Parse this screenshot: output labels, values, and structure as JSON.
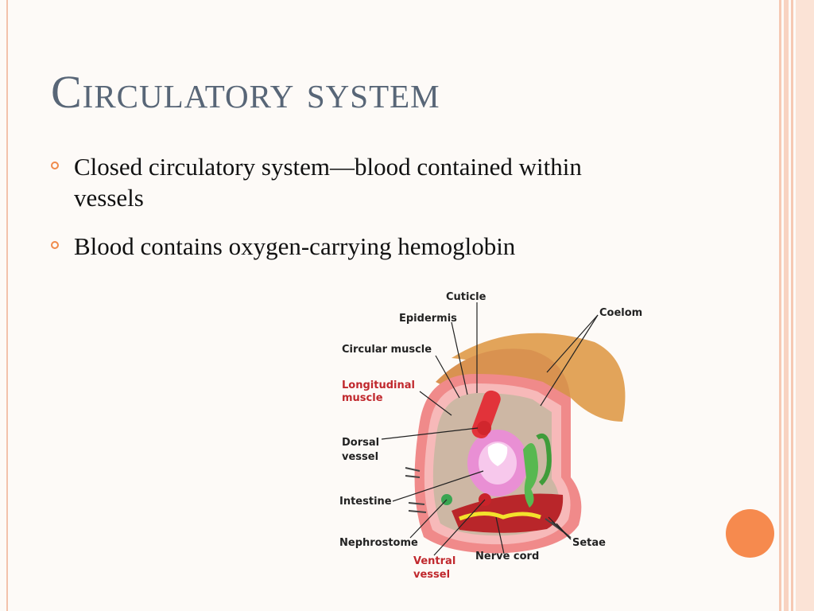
{
  "slide": {
    "title": "Circulatory system",
    "bullets": [
      "Closed circulatory system—blood contained within vessels",
      "Blood contains oxygen-carrying hemoglobin"
    ]
  },
  "diagram": {
    "labels": {
      "cuticle": "Cuticle",
      "epidermis": "Epidermis",
      "circular_muscle": "Circular muscle",
      "longitudinal_1": "Longitudinal",
      "longitudinal_2": "muscle",
      "dorsal_1": "Dorsal",
      "dorsal_2": "vessel",
      "intestine": "Intestine",
      "nephrostome": "Nephrostome",
      "ventral_1": "Ventral",
      "ventral_2": "vessel",
      "nerve_cord": "Nerve cord",
      "setae": "Setae",
      "coelom": "Coelom"
    }
  },
  "colors": {
    "title": "#586677",
    "bullet_marker": "#f08a4b",
    "accent_circle": "#f68a4e",
    "highlight_label": "#c0282d"
  }
}
